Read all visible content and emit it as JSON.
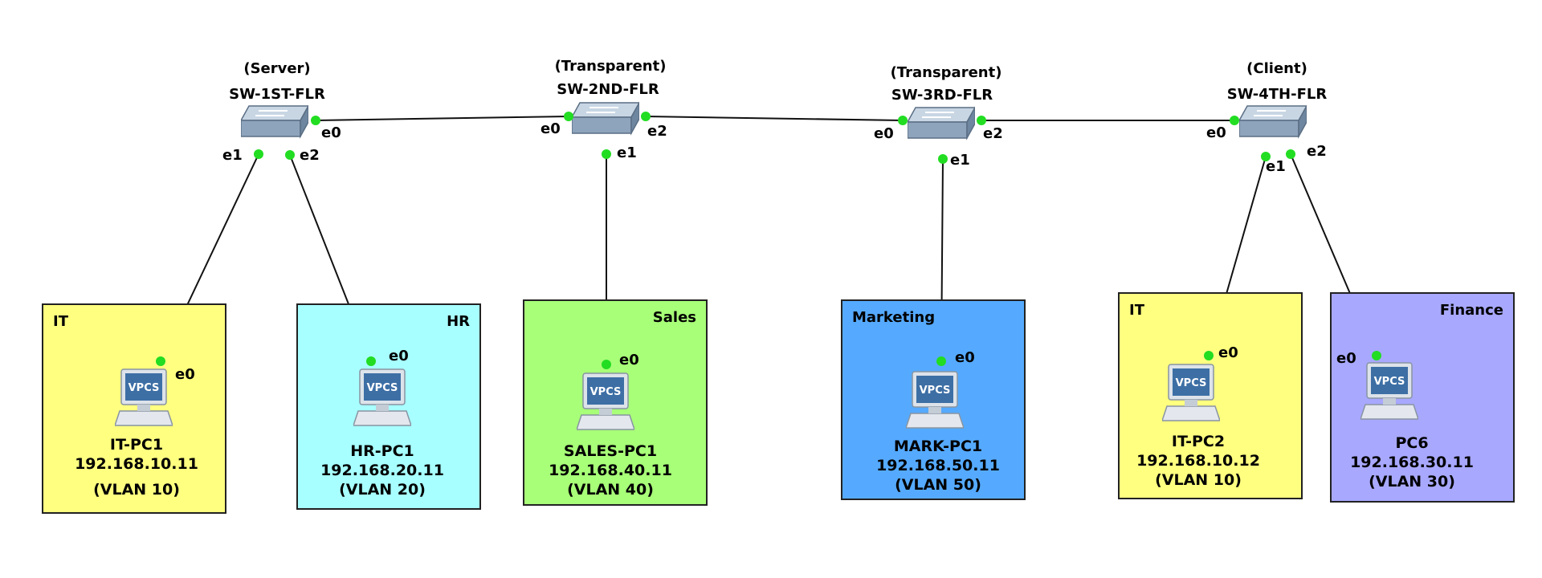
{
  "switches": [
    {
      "id": "sw1",
      "name": "SW-1ST-FLR",
      "role": "(Server)"
    },
    {
      "id": "sw2",
      "name": "SW-2ND-FLR",
      "role": "(Transparent)"
    },
    {
      "id": "sw3",
      "name": "SW-3RD-FLR",
      "role": "(Transparent)"
    },
    {
      "id": "sw4",
      "name": "SW-4TH-FLR",
      "role": "(Client)"
    }
  ],
  "zones": [
    {
      "label": "IT",
      "color": "#ffff80"
    },
    {
      "label": "HR",
      "color": "#a8ffff"
    },
    {
      "label": "Sales",
      "color": "#a8ff78"
    },
    {
      "label": "Marketing",
      "color": "#55aaff"
    },
    {
      "label": "IT",
      "color": "#ffff80"
    },
    {
      "label": "Finance",
      "color": "#a8a8ff"
    }
  ],
  "pcs": [
    {
      "name": "IT-PC1",
      "ip": "192.168.10.11",
      "vlan": "(VLAN 10)",
      "port": "e0",
      "icon_text": "VPCS"
    },
    {
      "name": "HR-PC1",
      "ip": "192.168.20.11",
      "vlan": "(VLAN 20)",
      "port": "e0",
      "icon_text": "VPCS"
    },
    {
      "name": "SALES-PC1",
      "ip": "192.168.40.11",
      "vlan": "(VLAN 40)",
      "port": "e0",
      "icon_text": "VPCS"
    },
    {
      "name": "MARK-PC1",
      "ip": "192.168.50.11",
      "vlan": "(VLAN 50)",
      "port": "e0",
      "icon_text": "VPCS"
    },
    {
      "name": "IT-PC2",
      "ip": "192.168.10.12",
      "vlan": "(VLAN 10)",
      "port": "e0",
      "icon_text": "VPCS"
    },
    {
      "name": "PC6",
      "ip": "192.168.30.11",
      "vlan": "(VLAN 30)",
      "port": "e0",
      "icon_text": "VPCS"
    }
  ],
  "switch_ports": {
    "sw1": {
      "e0": "e0",
      "e1": "e1",
      "e2": "e2"
    },
    "sw2": {
      "e0": "e0",
      "e1": "e1",
      "e2": "e2"
    },
    "sw3": {
      "e0": "e0",
      "e1": "e1",
      "e2": "e2"
    },
    "sw4": {
      "e0": "e0",
      "e1": "e1",
      "e2": "e2"
    }
  },
  "colors": {
    "link_dot": "#22dd22",
    "switch_body": "#8ea4bc",
    "line": "#111111"
  }
}
